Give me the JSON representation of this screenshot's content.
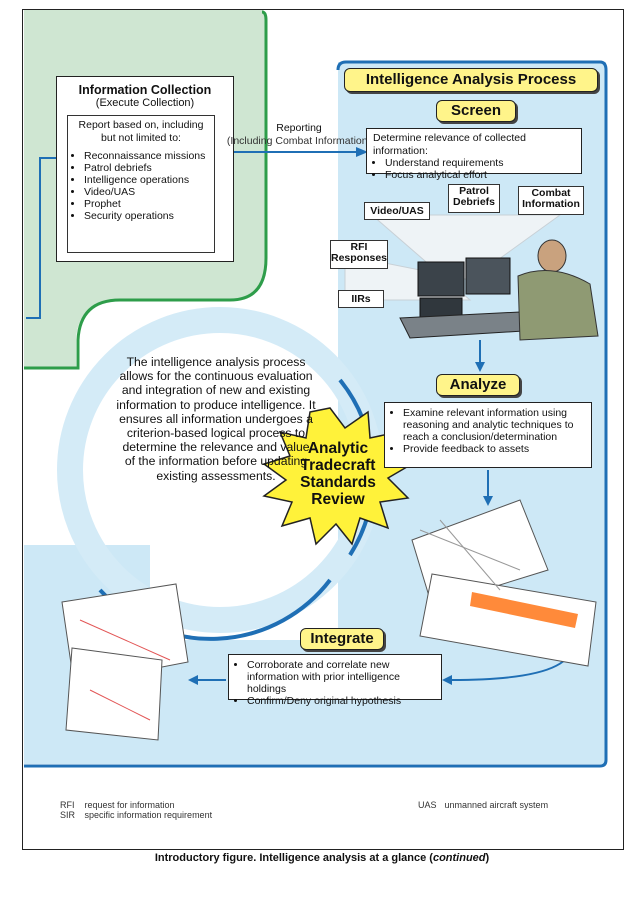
{
  "info_collection": {
    "title": "Information Collection",
    "subtitle": "(Execute Collection)",
    "intro": "Report based on, including but not limited to:",
    "items": [
      "Reconnaissance missions",
      "Patrol debriefs",
      "Intelligence operations",
      "Video/UAS",
      "Prophet",
      "Security operations"
    ]
  },
  "reporting": {
    "line1": "Reporting",
    "line2": "(Including Combat Information)"
  },
  "process_title": "Intelligence Analysis Process",
  "screen": {
    "label": "Screen",
    "text": "Determine relevance of collected information:",
    "items": [
      "Understand requirements",
      "Focus analytical effort"
    ]
  },
  "sources": {
    "video_uas": "Video/UAS",
    "patrol_debriefs": "Patrol Debriefs",
    "combat_information": "Combat Information",
    "rfi_responses": "RFI Responses",
    "iirs": "IIRs"
  },
  "analyze": {
    "label": "Analyze",
    "items": [
      "Examine relevant information using reasoning and analytic techniques to reach a conclusion/determination",
      "Provide feedback to assets"
    ]
  },
  "center_text": "The intelligence analysis process allows for the continuous evaluation and integration of new and existing information to produce intelligence. It ensures all information undergoes a criterion-based logical process to determine the relevance and value of the information before updating existing assessments.",
  "starburst": {
    "lines": [
      "Analytic",
      "Tradecraft",
      "Standards",
      "Review"
    ]
  },
  "integrate": {
    "label": "Integrate",
    "items": [
      "Corroborate and correlate new information with prior intelligence holdings",
      "Confirm/Deny original hypothesis"
    ]
  },
  "legend": [
    {
      "abbr": "RFI",
      "def": "request for information"
    },
    {
      "abbr": "SIR",
      "def": "specific information requirement"
    },
    {
      "abbr": "UAS",
      "def": "unmanned aircraft system"
    }
  ],
  "caption": {
    "main": "Introductory figure. Intelligence analysis at a glance (",
    "italic": "continued",
    "end": ")"
  },
  "colors": {
    "green_panel": "#cfe6d2",
    "green_border": "#2e9d4a",
    "blue_panel": "#cde8f6",
    "blue_line": "#1f6fb5",
    "yellow": "#fff48a"
  }
}
